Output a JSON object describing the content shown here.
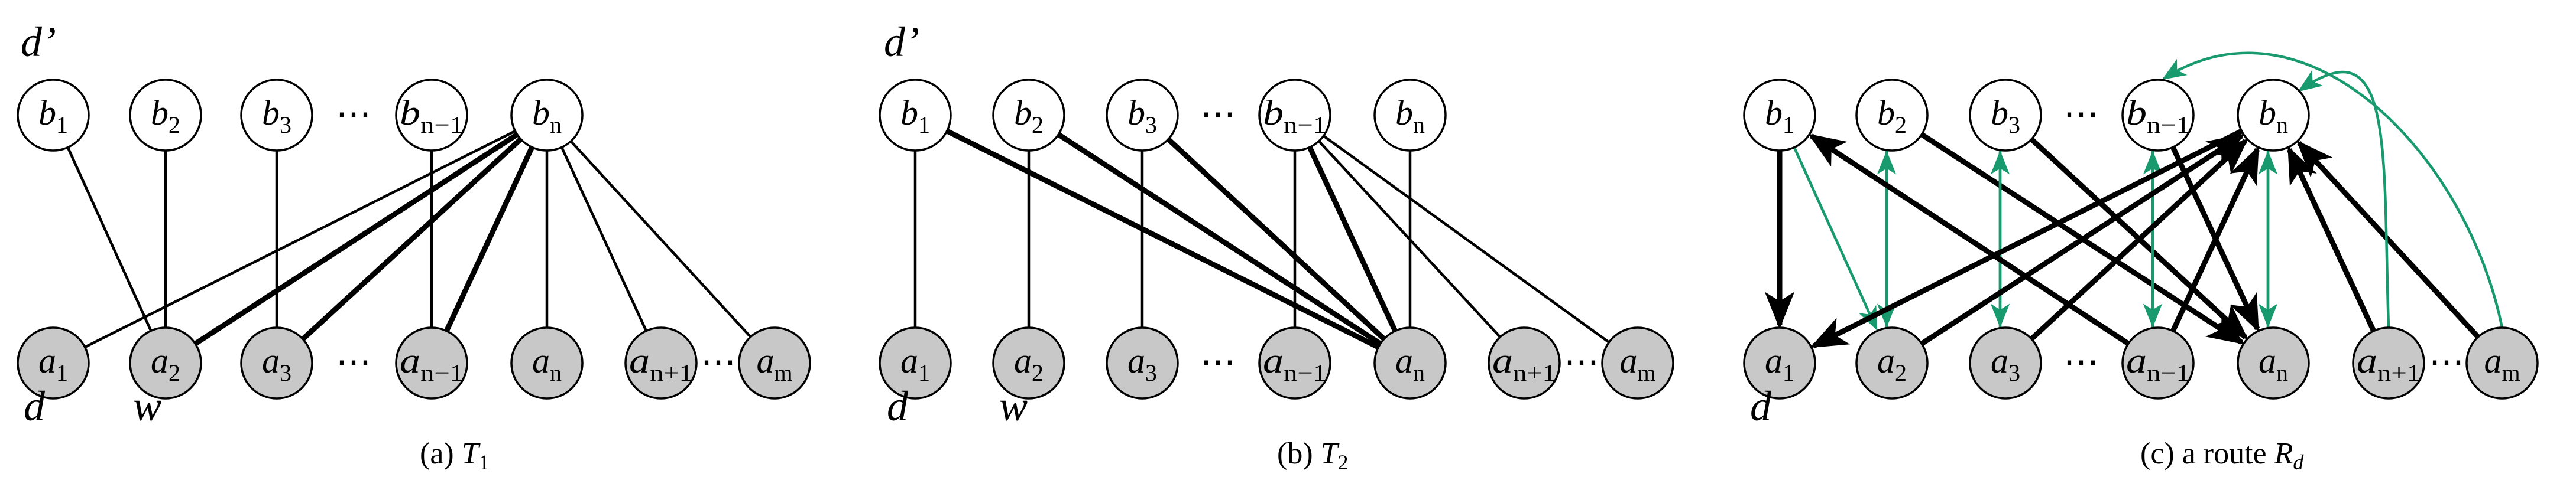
{
  "palette": {
    "black": "#000000",
    "green": "#189a6e",
    "node_top_fill": "#ffffff",
    "node_bottom_fill": "#c8c8c8"
  },
  "panels": [
    {
      "id": "a",
      "caption_prefix": "(a) ",
      "caption_var": "T",
      "caption_sub": "1",
      "corner_top": "d’",
      "corner_bottom": "d",
      "corner_w": "w",
      "top_nodes": [
        {
          "base": "b",
          "sub": "1"
        },
        {
          "base": "b",
          "sub": "2"
        },
        {
          "base": "b",
          "sub": "3"
        },
        {
          "base": "b",
          "sub": "n−1"
        },
        {
          "base": "b",
          "sub": "n"
        }
      ],
      "bottom_nodes": [
        {
          "base": "a",
          "sub": "1"
        },
        {
          "base": "a",
          "sub": "2"
        },
        {
          "base": "a",
          "sub": "3"
        },
        {
          "base": "a",
          "sub": "n−1"
        },
        {
          "base": "a",
          "sub": "n"
        },
        {
          "base": "a",
          "sub": "n+1"
        },
        {
          "base": "a",
          "sub": "m"
        }
      ],
      "top_dots": "⋯",
      "bottom_dots": [
        "⋯",
        "⋯"
      ]
    },
    {
      "id": "b",
      "caption_prefix": "(b) ",
      "caption_var": "T",
      "caption_sub": "2",
      "corner_top": "d’",
      "corner_bottom": "d",
      "corner_w": "w",
      "top_nodes": [
        {
          "base": "b",
          "sub": "1"
        },
        {
          "base": "b",
          "sub": "2"
        },
        {
          "base": "b",
          "sub": "3"
        },
        {
          "base": "b",
          "sub": "n−1"
        },
        {
          "base": "b",
          "sub": "n"
        }
      ],
      "bottom_nodes": [
        {
          "base": "a",
          "sub": "1"
        },
        {
          "base": "a",
          "sub": "2"
        },
        {
          "base": "a",
          "sub": "3"
        },
        {
          "base": "a",
          "sub": "n−1"
        },
        {
          "base": "a",
          "sub": "n"
        },
        {
          "base": "a",
          "sub": "n+1"
        },
        {
          "base": "a",
          "sub": "m"
        }
      ],
      "top_dots": "⋯",
      "bottom_dots": [
        "⋯",
        "⋯"
      ]
    },
    {
      "id": "c",
      "caption_prefix": "(c) a route ",
      "caption_var": "R",
      "caption_sub": "d",
      "corner_top": "",
      "corner_bottom": "d",
      "corner_w": "",
      "top_nodes": [
        {
          "base": "b",
          "sub": "1"
        },
        {
          "base": "b",
          "sub": "2"
        },
        {
          "base": "b",
          "sub": "3"
        },
        {
          "base": "b",
          "sub": "n−1"
        },
        {
          "base": "b",
          "sub": "n"
        }
      ],
      "bottom_nodes": [
        {
          "base": "a",
          "sub": "1"
        },
        {
          "base": "a",
          "sub": "2"
        },
        {
          "base": "a",
          "sub": "3"
        },
        {
          "base": "a",
          "sub": "n−1"
        },
        {
          "base": "a",
          "sub": "n"
        },
        {
          "base": "a",
          "sub": "n+1"
        },
        {
          "base": "a",
          "sub": "m"
        }
      ],
      "top_dots": "⋯",
      "bottom_dots": [
        "⋯",
        "⋯"
      ]
    }
  ],
  "edges": {
    "a": [
      {
        "from": "t0",
        "to": "b1",
        "w": "thin"
      },
      {
        "from": "t1",
        "to": "b1",
        "w": "thin"
      },
      {
        "from": "t2",
        "to": "b2",
        "w": "thin"
      },
      {
        "from": "t3",
        "to": "b3",
        "w": "thin"
      },
      {
        "from": "t4",
        "to": "b0",
        "w": "thin"
      },
      {
        "from": "t4",
        "to": "b1",
        "w": "thick"
      },
      {
        "from": "t4",
        "to": "b2",
        "w": "thick"
      },
      {
        "from": "t4",
        "to": "b3",
        "w": "thick"
      },
      {
        "from": "t4",
        "to": "b4",
        "w": "thin"
      },
      {
        "from": "t4",
        "to": "b5",
        "w": "thin"
      },
      {
        "from": "t4",
        "to": "b6",
        "w": "thin"
      }
    ],
    "b": [
      {
        "from": "t0",
        "to": "b0",
        "w": "thin"
      },
      {
        "from": "t1",
        "to": "b1",
        "w": "thin"
      },
      {
        "from": "t2",
        "to": "b2",
        "w": "thin"
      },
      {
        "from": "t3",
        "to": "b3",
        "w": "thin"
      },
      {
        "from": "t4",
        "to": "b4",
        "w": "thin"
      },
      {
        "from": "t0",
        "to": "b4",
        "w": "thick"
      },
      {
        "from": "t1",
        "to": "b4",
        "w": "thick"
      },
      {
        "from": "t2",
        "to": "b4",
        "w": "thick"
      },
      {
        "from": "t3",
        "to": "b4",
        "w": "thick"
      },
      {
        "from": "t3",
        "to": "b5",
        "w": "thin"
      },
      {
        "from": "t3",
        "to": "b6",
        "w": "thin"
      }
    ],
    "c": [
      {
        "from": "t0",
        "to": "b0",
        "w": "thick",
        "color": "black",
        "arrow": true
      },
      {
        "from": "t0",
        "to": "b1",
        "w": "thin",
        "color": "green",
        "arrow": true
      },
      {
        "from": "b1",
        "to": "t1",
        "w": "thin",
        "color": "green",
        "arrow": true,
        "offset": -9
      },
      {
        "from": "t1",
        "to": "b1",
        "w": "thin",
        "color": "green",
        "arrow": true,
        "offset": 9
      },
      {
        "from": "t1",
        "to": "b4",
        "w": "thick",
        "color": "black",
        "arrow": true
      },
      {
        "from": "b2",
        "to": "t2",
        "w": "thin",
        "color": "green",
        "arrow": true,
        "offset": -9
      },
      {
        "from": "t2",
        "to": "b2",
        "w": "thin",
        "color": "green",
        "arrow": true,
        "offset": 9
      },
      {
        "from": "t2",
        "to": "b4",
        "w": "thick",
        "color": "black",
        "arrow": true
      },
      {
        "from": "b3",
        "to": "t3",
        "w": "thin",
        "color": "green",
        "arrow": true,
        "offset": -9
      },
      {
        "from": "t3",
        "to": "b3",
        "w": "thin",
        "color": "green",
        "arrow": true,
        "offset": 9
      },
      {
        "from": "t3",
        "to": "b4",
        "w": "thick",
        "color": "black",
        "arrow": true
      },
      {
        "from": "b3",
        "to": "t4",
        "w": "thick",
        "color": "black",
        "arrow": true
      },
      {
        "from": "b4",
        "to": "t4",
        "w": "thin",
        "color": "green",
        "arrow": true,
        "offset": -9
      },
      {
        "from": "t4",
        "to": "b4",
        "w": "thin",
        "color": "green",
        "arrow": true,
        "offset": 9
      },
      {
        "from": "b2",
        "to": "t4",
        "w": "thick",
        "color": "black",
        "arrow": true
      },
      {
        "from": "b1",
        "to": "t4",
        "w": "thick",
        "color": "black",
        "arrow": true
      },
      {
        "from": "t4",
        "to": "b0",
        "w": "thick",
        "color": "black",
        "arrow": true
      },
      {
        "from": "b3",
        "to": "t0",
        "w": "thick",
        "color": "black",
        "arrow": true
      },
      {
        "from": "b5",
        "to": "t4",
        "w": "thick",
        "color": "black",
        "arrow": true
      },
      {
        "from": "b6",
        "to": "t4",
        "w": "thick",
        "color": "black",
        "arrow": true
      },
      {
        "from": "b5",
        "to": "t4",
        "w": "thin",
        "color": "green",
        "arrow": true,
        "curve": "arcA"
      },
      {
        "from": "b6",
        "to": "t3",
        "w": "thin",
        "color": "green",
        "arrow": true,
        "curve": "arcB"
      }
    ]
  }
}
